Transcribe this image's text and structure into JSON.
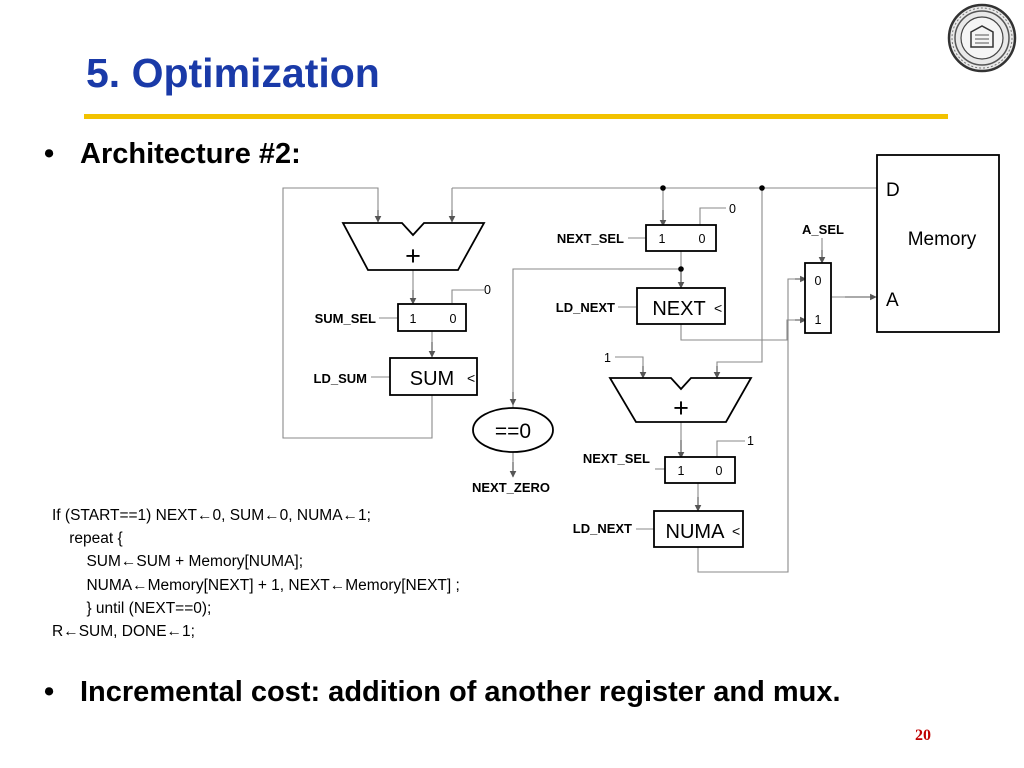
{
  "slide": {
    "title": "5. Optimization",
    "bullet_1": "Architecture #2:",
    "bullet_2": "Incremental cost: addition of another register and mux.",
    "bullet_glyph": "•",
    "page_number": "20",
    "logo": "university-seal"
  },
  "diagram": {
    "adder_top_symbol": "+",
    "adder_bottom_symbol": "+",
    "sum_sel": "SUM_SEL",
    "sum_mux_in1": "1",
    "sum_mux_in0": "0",
    "sum_mux_const": "0",
    "ld_sum": "LD_SUM",
    "sum_reg": "SUM",
    "next_sel_top": "NEXT_SEL",
    "next_mux_top_in1": "1",
    "next_mux_top_in0": "0",
    "next_mux_top_const": "0",
    "ld_next": "LD_NEXT",
    "next_reg": "NEXT",
    "compare": "==0",
    "next_zero": "NEXT_ZERO",
    "a_sel": "A_SEL",
    "a_mux_in0": "0",
    "a_mux_in1": "1",
    "memory_d": "D",
    "memory_label": "Memory",
    "memory_a": "A",
    "adder_bottom_const": "1",
    "next_sel_bottom": "NEXT_SEL",
    "numa_mux_in1": "1",
    "numa_mux_in0": "0",
    "numa_mux_const": "1",
    "ld_numa": "LD_NEXT",
    "numa_reg": "NUMA",
    "clock_mark": "<"
  },
  "code": {
    "lines": [
      "If (START==1) NEXT←0, SUM←0, NUMA←1;",
      "    repeat {",
      "        SUM←SUM + Memory[NUMA];",
      "        NUMA←Memory[NEXT] + 1, NEXT←Memory[NEXT] ;",
      "        } until (NEXT==0);",
      "R←SUM, DONE←1;"
    ]
  },
  "colors": {
    "title": "#1a3aa8",
    "rule": "#f2c200",
    "page_number": "#c00000"
  }
}
